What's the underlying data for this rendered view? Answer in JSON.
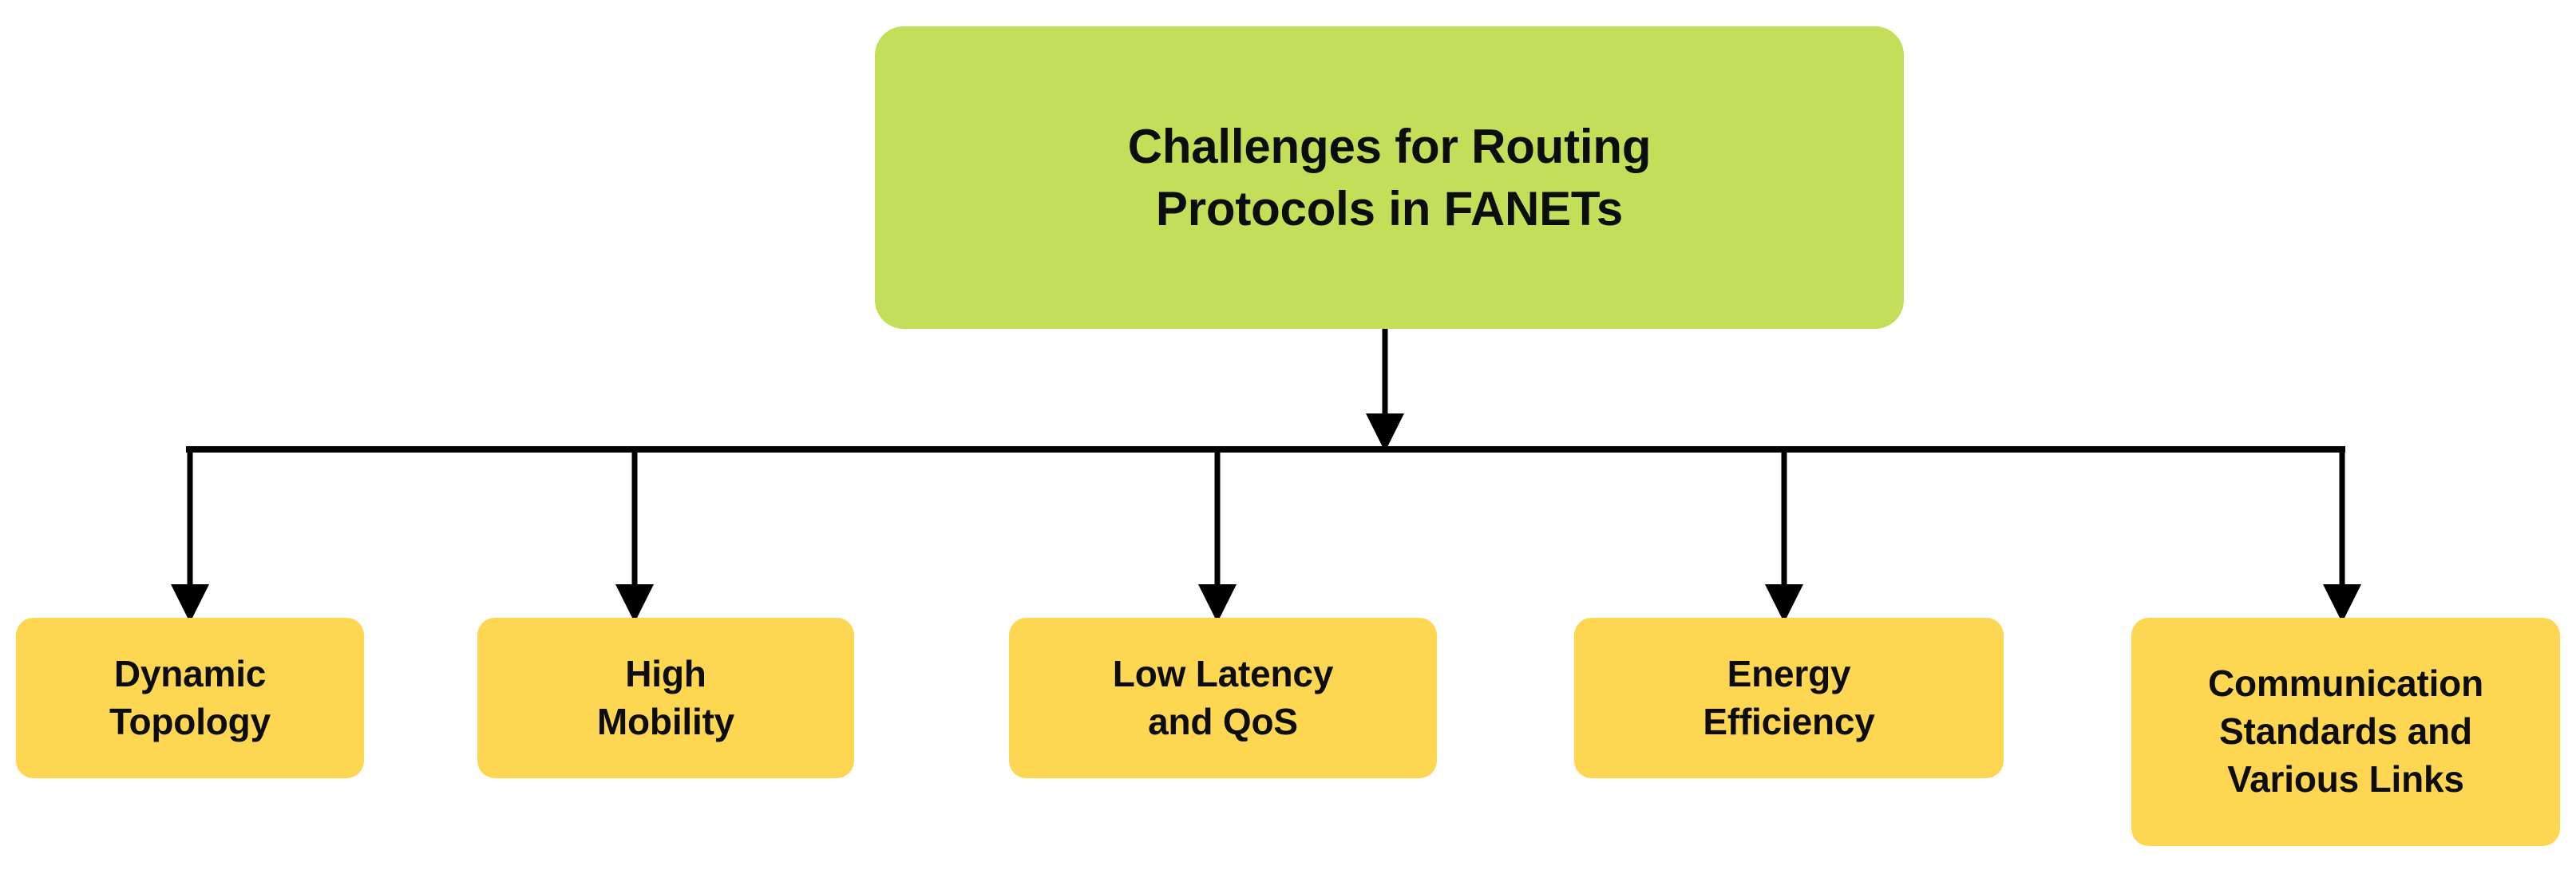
{
  "diagram": {
    "type": "tree-hierarchy",
    "orientation": "top-down",
    "background_color": "#ffffff",
    "root": {
      "label": "Challenges for Routing\nProtocols in FANETs",
      "line1": "Challenges for Routing",
      "line2": "Protocols in FANETs",
      "fill_color": "#c3de58",
      "text_color": "#0d0d0d"
    },
    "connector": {
      "color": "#000000",
      "style": "orthogonal-bus-with-arrowheads",
      "arrow_count": 6
    },
    "leaves": [
      {
        "id": "dynamic-topology",
        "label": "Dynamic\nTopology",
        "line1": "Dynamic",
        "line2": "Topology",
        "fill_color": "#fdd752",
        "text_color": "#0d0d0d"
      },
      {
        "id": "high-mobility",
        "label": "High\nMobility",
        "line1": "High",
        "line2": "Mobility",
        "fill_color": "#fdd752",
        "text_color": "#0d0d0d"
      },
      {
        "id": "low-latency-and-qos",
        "label": "Low Latency\nand QoS",
        "line1": "Low Latency",
        "line2": "and QoS",
        "fill_color": "#fdd752",
        "text_color": "#0d0d0d"
      },
      {
        "id": "energy-efficiency",
        "label": "Energy\nEfficiency",
        "line1": "Energy",
        "line2": "Efficiency",
        "fill_color": "#fdd752",
        "text_color": "#0d0d0d"
      },
      {
        "id": "communication-standards-and-various-links",
        "label": "Communication\nStandards and\nVarious Links",
        "line1": "Communication",
        "line2": "Standards and",
        "line3": "Various Links",
        "fill_color": "#fdd752",
        "text_color": "#0d0d0d"
      }
    ]
  }
}
